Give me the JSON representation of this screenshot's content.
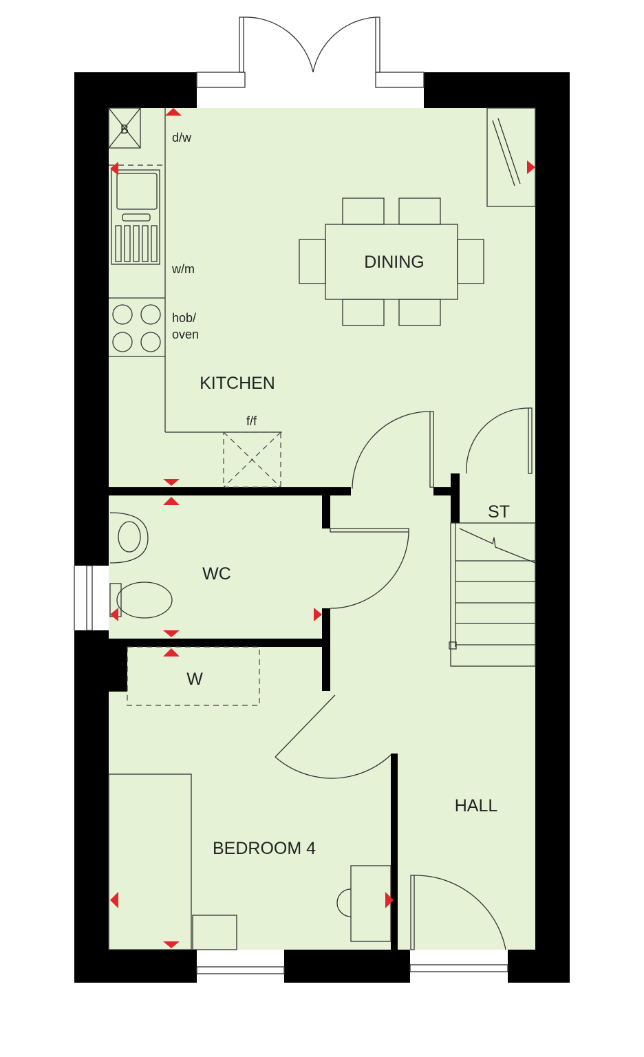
{
  "colors": {
    "floor": "#e6f2d6",
    "wall": "#000000",
    "marker": "#e3262b",
    "background": "#ffffff"
  },
  "rooms": {
    "dining": "DINING",
    "kitchen": "KITCHEN",
    "store": "ST",
    "wc": "WC",
    "wardrobe": "W",
    "hall": "HALL",
    "bedroom": "BEDROOM 4"
  },
  "fixtures": {
    "boiler": "B",
    "dishwasher": "d/w",
    "washing_machine": "w/m",
    "hob_line1": "hob/",
    "hob_line2": "oven",
    "fridge_freezer": "f/f"
  }
}
